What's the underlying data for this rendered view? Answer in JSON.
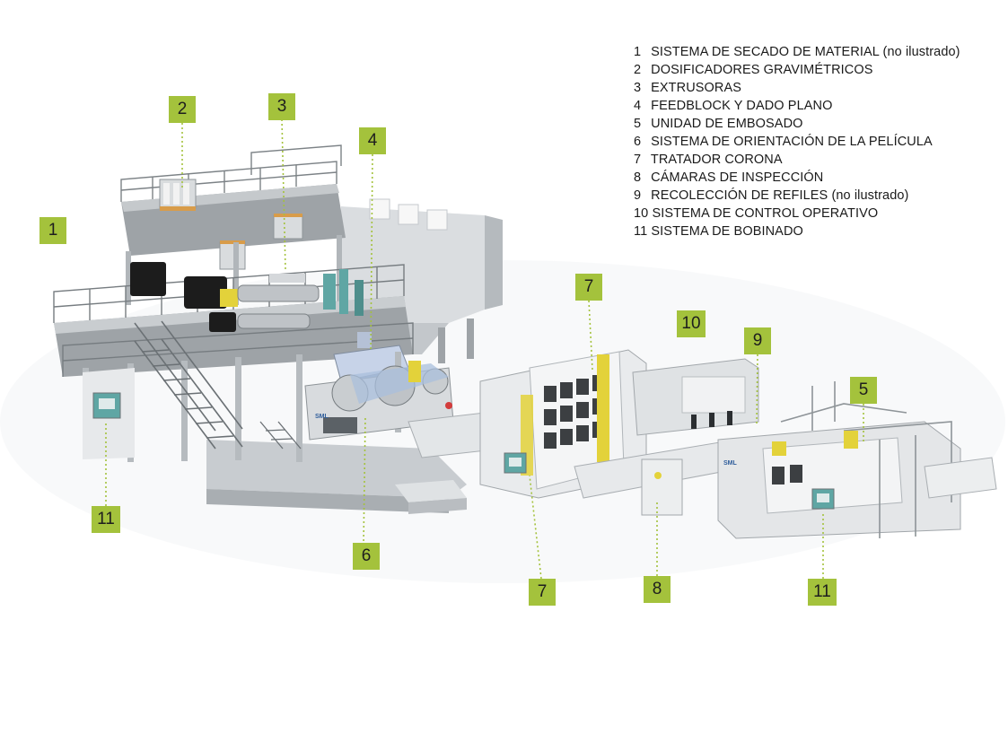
{
  "legend": [
    {
      "num": "1",
      "text": "SISTEMA DE SECADO DE MATERIAL (no ilustrado)"
    },
    {
      "num": "2",
      "text": "DOSIFICADORES GRAVIMÉTRICOS"
    },
    {
      "num": "3",
      "text": "EXTRUSORAS"
    },
    {
      "num": "4",
      "text": "FEEDBLOCK Y DADO PLANO"
    },
    {
      "num": "5",
      "text": "UNIDAD DE EMBOSADO"
    },
    {
      "num": "6",
      "text": "SISTEMA DE ORIENTACIÓN DE LA PELÍCULA"
    },
    {
      "num": "7",
      "text": "TRATADOR CORONA"
    },
    {
      "num": "8",
      "text": "CÁMARAS DE INSPECCIÓN"
    },
    {
      "num": "9",
      "text": "RECOLECCIÓN DE REFILES (no ilustrado)"
    },
    {
      "num": "10",
      "text": "SISTEMA DE CONTROL OPERATIVO"
    },
    {
      "num": "11",
      "text": "SISTEMA DE BOBINADO"
    }
  ],
  "callouts": [
    {
      "id": "1",
      "label": "1"
    },
    {
      "id": "2",
      "label": "2"
    },
    {
      "id": "3",
      "label": "3"
    },
    {
      "id": "4",
      "label": "4"
    },
    {
      "id": "5",
      "label": "5"
    },
    {
      "id": "6",
      "label": "6"
    },
    {
      "id": "7a",
      "label": "7"
    },
    {
      "id": "7b",
      "label": "7"
    },
    {
      "id": "8",
      "label": "8"
    },
    {
      "id": "9",
      "label": "9"
    },
    {
      "id": "10",
      "label": "10"
    },
    {
      "id": "11a",
      "label": "11"
    },
    {
      "id": "11b",
      "label": "11"
    }
  ],
  "colors": {
    "callout": "#a4c23c",
    "machine_light": "#eceeef",
    "machine_mid": "#c9cdd0",
    "machine_dark": "#8e9498",
    "motor": "#1c1c1c",
    "accent_yellow": "#e3d23a",
    "accent_teal": "#5fa6a4",
    "roll_blue": "#a9bfdc"
  },
  "brand": "SML"
}
